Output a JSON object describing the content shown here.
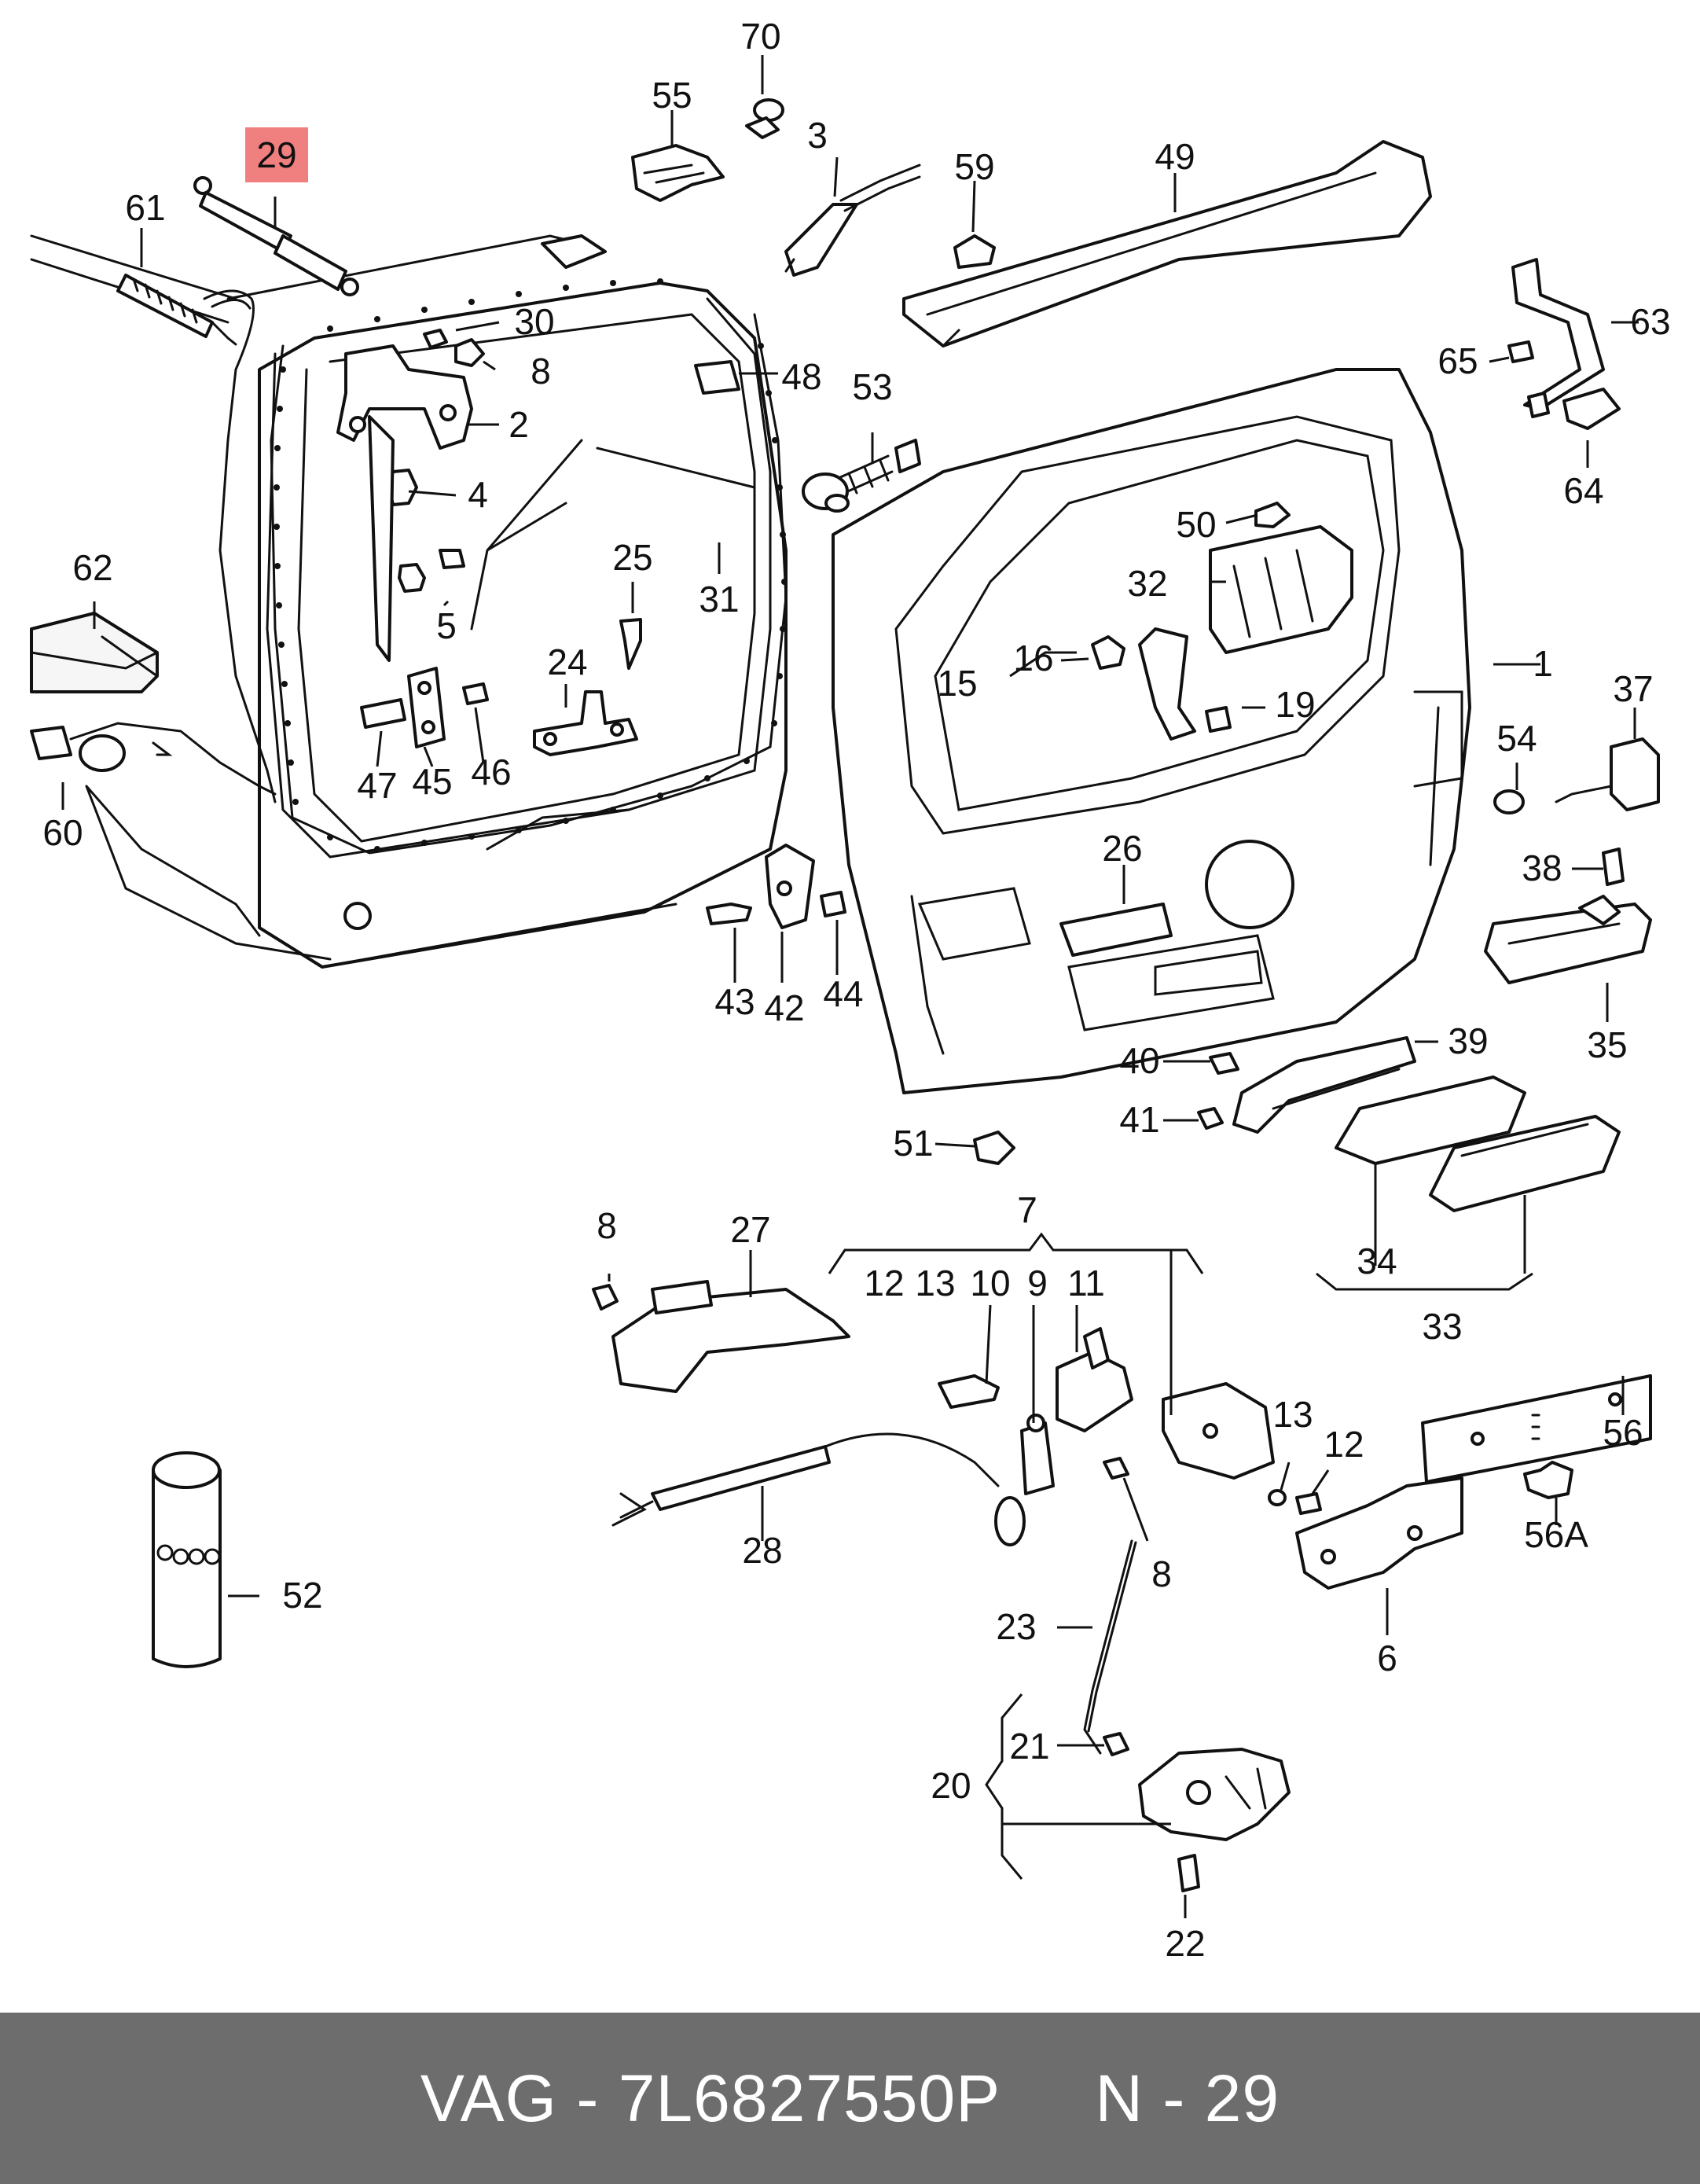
{
  "diagram": {
    "highlight_color": "#f08080",
    "highlighted_callout": "29",
    "callouts": [
      "70",
      "55",
      "3",
      "59",
      "49",
      "29",
      "61",
      "30",
      "8",
      "2",
      "4",
      "48",
      "53",
      "63",
      "65",
      "64",
      "62",
      "25",
      "5",
      "24",
      "31",
      "50",
      "32",
      "1",
      "15",
      "16",
      "19",
      "37",
      "54",
      "60",
      "47",
      "45",
      "46",
      "26",
      "38",
      "43",
      "42",
      "44",
      "35",
      "40",
      "39",
      "51",
      "41",
      "7",
      "8",
      "27",
      "12",
      "13",
      "10",
      "9",
      "11",
      "34",
      "33",
      "56",
      "13",
      "12",
      "28",
      "8",
      "56A",
      "52",
      "23",
      "6",
      "21",
      "20",
      "22"
    ]
  },
  "footer": {
    "brand": "VAG",
    "separator": "-",
    "part_number": "7L6827550P",
    "position_label": "N - 29"
  }
}
